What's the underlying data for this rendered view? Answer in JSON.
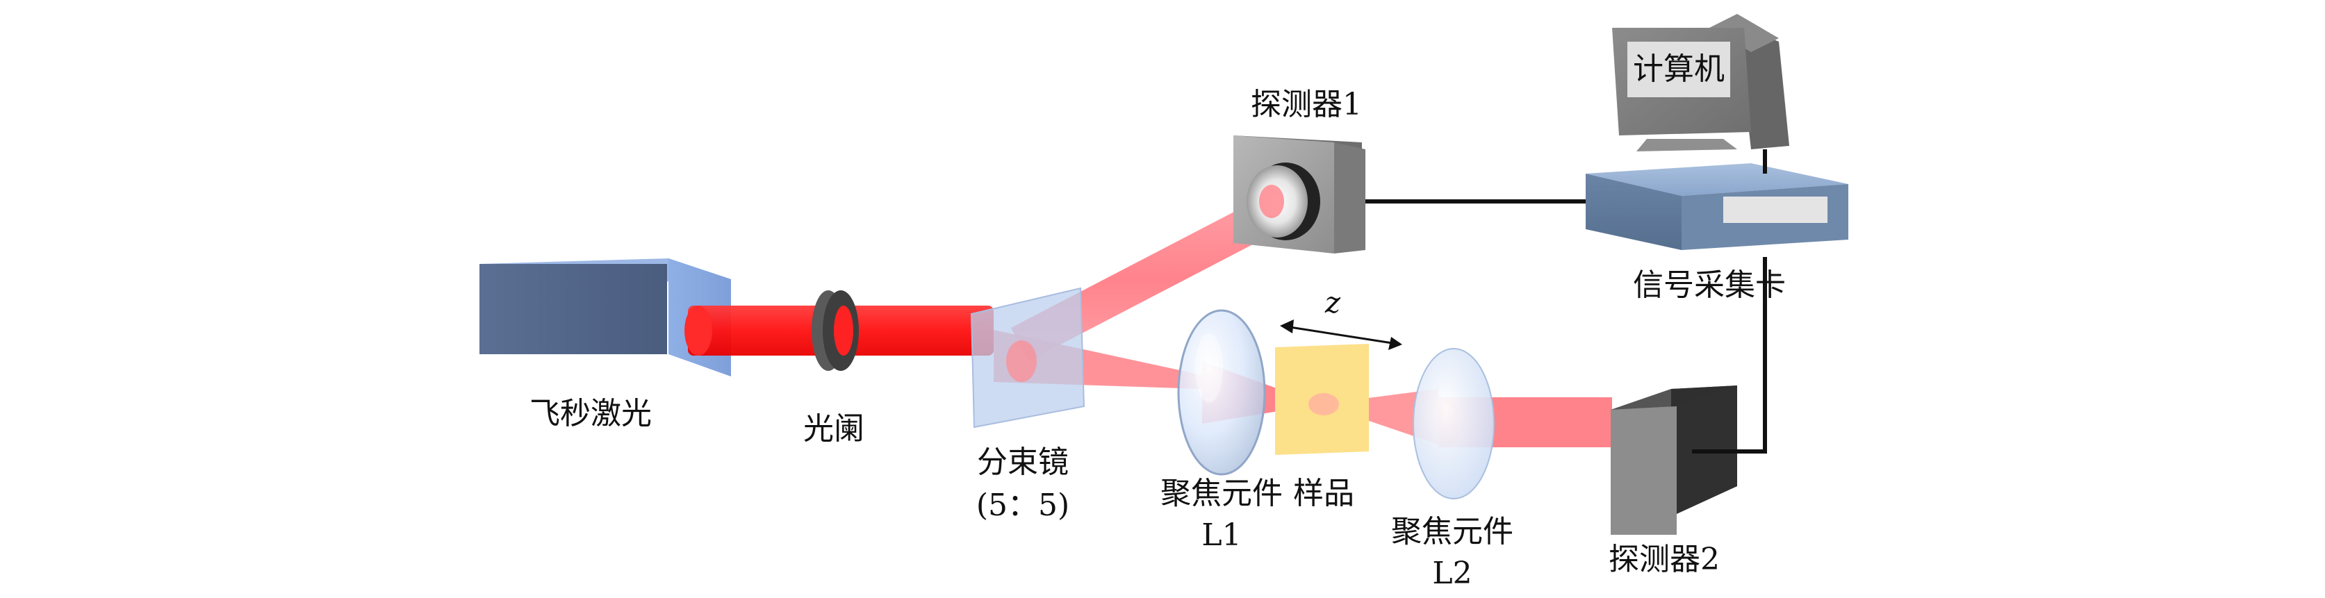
{
  "diagram": {
    "laser_label": "飞秒激光",
    "aperture_label": "光阑",
    "beam_splitter_label": "分束镜",
    "beam_splitter_ratio": "(5：5)",
    "lens1_label": "聚焦元件",
    "lens1_id": "L1",
    "sample_label": "样品",
    "lens2_label": "聚焦元件",
    "lens2_id": "L2",
    "detector1_label": "探测器1",
    "detector2_label": "探测器2",
    "daq_label": "信号采集卡",
    "computer_label": "计算机",
    "translation_axis_label": "z"
  },
  "colors": {
    "beam_red": "#ff2020",
    "beam_light": "#ff7f86",
    "laser_box": "#6a85b8",
    "sample": "#fde08a",
    "lens": "#d8e6fb",
    "daq_box": "#5d7797",
    "detector_dark": "#2f2f2f",
    "computer_body": "#7a7a7a"
  }
}
